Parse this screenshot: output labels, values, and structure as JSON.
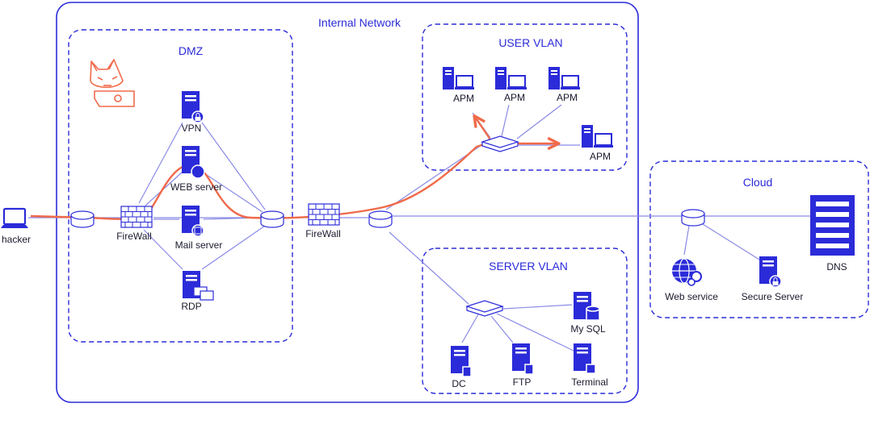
{
  "colors": {
    "primary": "#2b2bd9",
    "link": "#8a8ae6",
    "attack": "#f06a4a",
    "text": "#1a1a2e",
    "background": "#ffffff"
  },
  "zones": {
    "internal": "Internal Network",
    "dmz": "DMZ",
    "user_vlan": "USER VLAN",
    "server_vlan": "SERVER VLAN",
    "cloud": "Cloud"
  },
  "labels": {
    "hacker": "hacker",
    "firewall_1": "FireWall",
    "firewall_2": "FireWall",
    "vpn": "VPN",
    "web_server": "WEB server",
    "mail_server": "Mail server",
    "rdp": "RDP",
    "apm_1": "APM",
    "apm_2": "APM",
    "apm_3": "APM",
    "apm_4": "APM",
    "dc": "DC",
    "ftp": "FTP",
    "terminal": "Terminal",
    "mysql": "My SQL",
    "web_service": "Web service",
    "secure_server": "Secure Server",
    "dns": "DNS"
  },
  "icons": {
    "attacker": "hacker-cat-icon",
    "laptop": "laptop-icon",
    "server": "server-icon",
    "router": "router-icon",
    "switch": "switch-icon",
    "firewall": "firewall-icon",
    "globe": "globe-icon",
    "dns": "dns-rack-icon"
  }
}
